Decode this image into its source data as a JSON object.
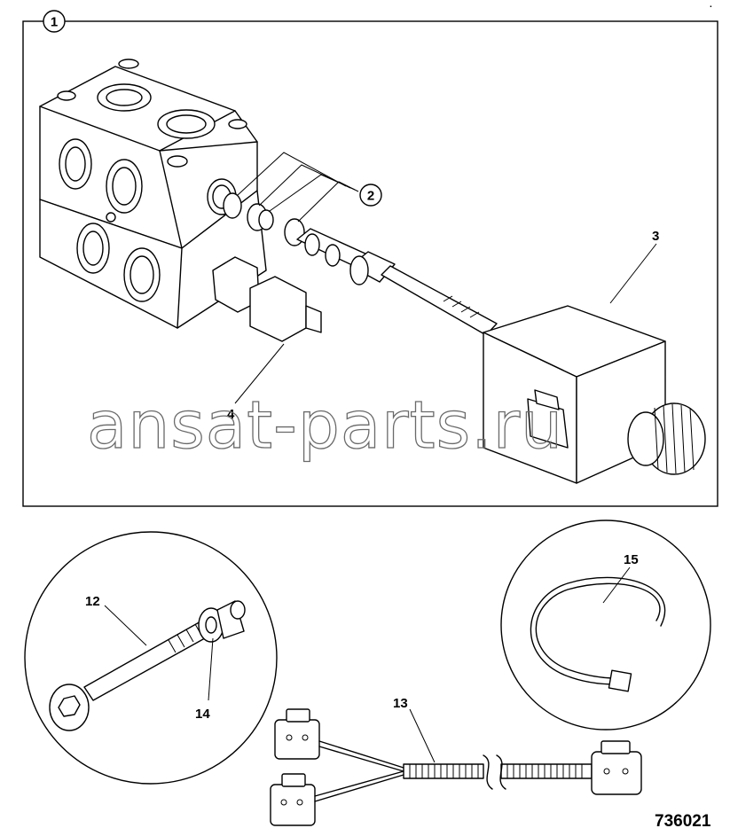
{
  "callouts": {
    "c1": "1",
    "c2": "2",
    "c3": "3",
    "c4": "4",
    "c12": "12",
    "c13": "13",
    "c14": "14",
    "c15": "15"
  },
  "watermark": "ansat-parts.ru",
  "drawing_number": "736021",
  "corner_mark": "."
}
